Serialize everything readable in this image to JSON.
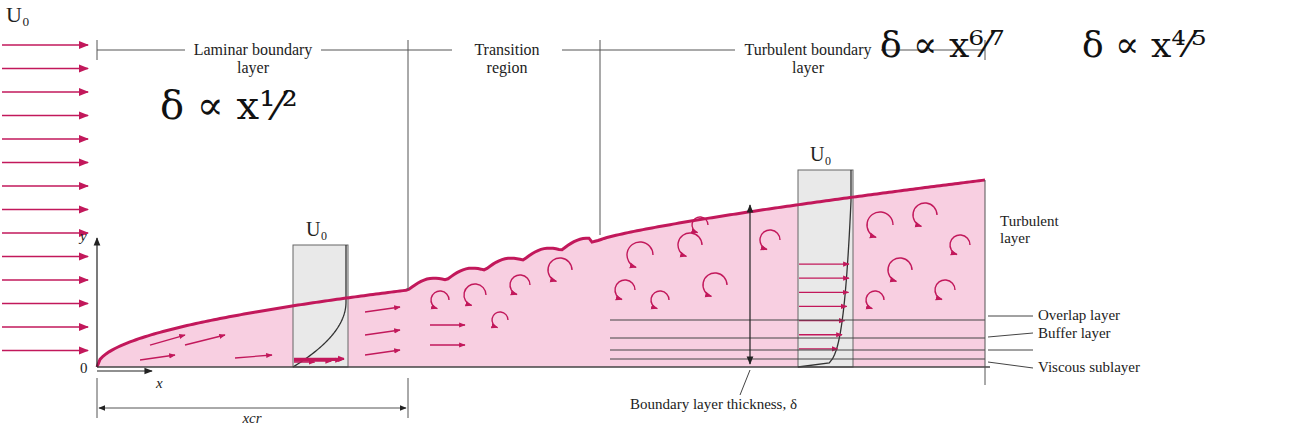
{
  "diagram": {
    "labels": [
      "U₀",
      "Laminar boundary layer",
      "Transition region",
      "Turbulent boundary layer",
      "δ ∝ x¹⁄²",
      "δ ∝ x⁶⁄⁷",
      "δ ∝ x⁴⁄⁵",
      "U₀",
      "U₀",
      "y",
      "0",
      "x",
      "xcr",
      "Turbulent layer",
      "Overlap layer",
      "Buffer layer",
      "Viscous sublayer",
      "Boundary layer thickness, δ"
    ]
  }
}
